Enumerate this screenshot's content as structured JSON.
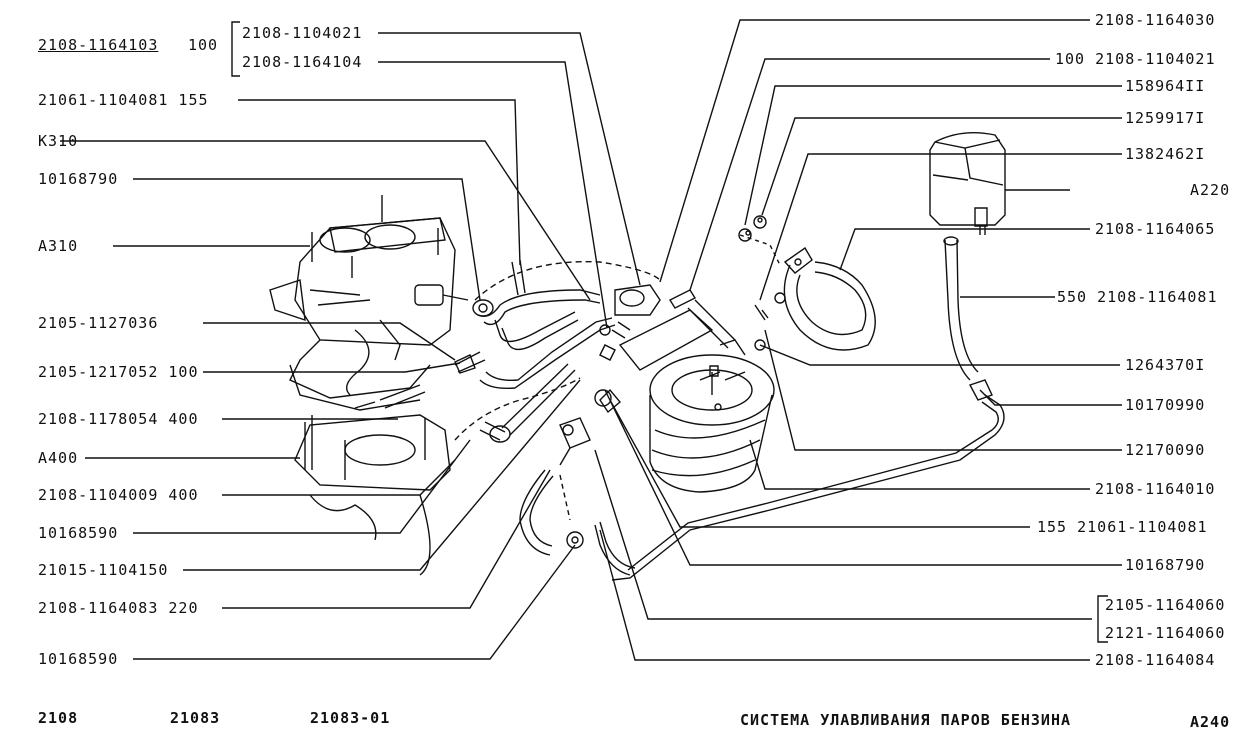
{
  "header": {
    "main_part": "2108-1164103",
    "main_qty": "100",
    "group_parts": [
      "2108-1104021",
      "2108-1164104"
    ]
  },
  "left_labels": [
    "21061-1104081 155",
    "K310",
    "10168790",
    "A310",
    "2105-1127036",
    "2105-1217052 100",
    "2108-1178054 400",
    "A400",
    "2108-1104009 400",
    "10168590",
    "21015-1104150",
    "2108-1164083 220",
    "10168590"
  ],
  "right_labels": [
    "2108-1164030",
    "100 2108-1104021",
    "158964II",
    "1259917I",
    "1382462I",
    "A220",
    "2108-1164065",
    "550 2108-1164081",
    "1264370I",
    "10170990",
    "12170090",
    "2108-1164010",
    "155 21061-1104081",
    "10168790"
  ],
  "right_group": [
    "2105-1164060",
    "2121-1164060"
  ],
  "right_last": "2108-1164084",
  "footer": {
    "models": [
      "2108",
      "21083",
      "21083-01"
    ],
    "title": "СИСТЕМА УЛАВЛИВАНИЯ ПАРОВ БЕНЗИНА",
    "page_code": "A240"
  }
}
